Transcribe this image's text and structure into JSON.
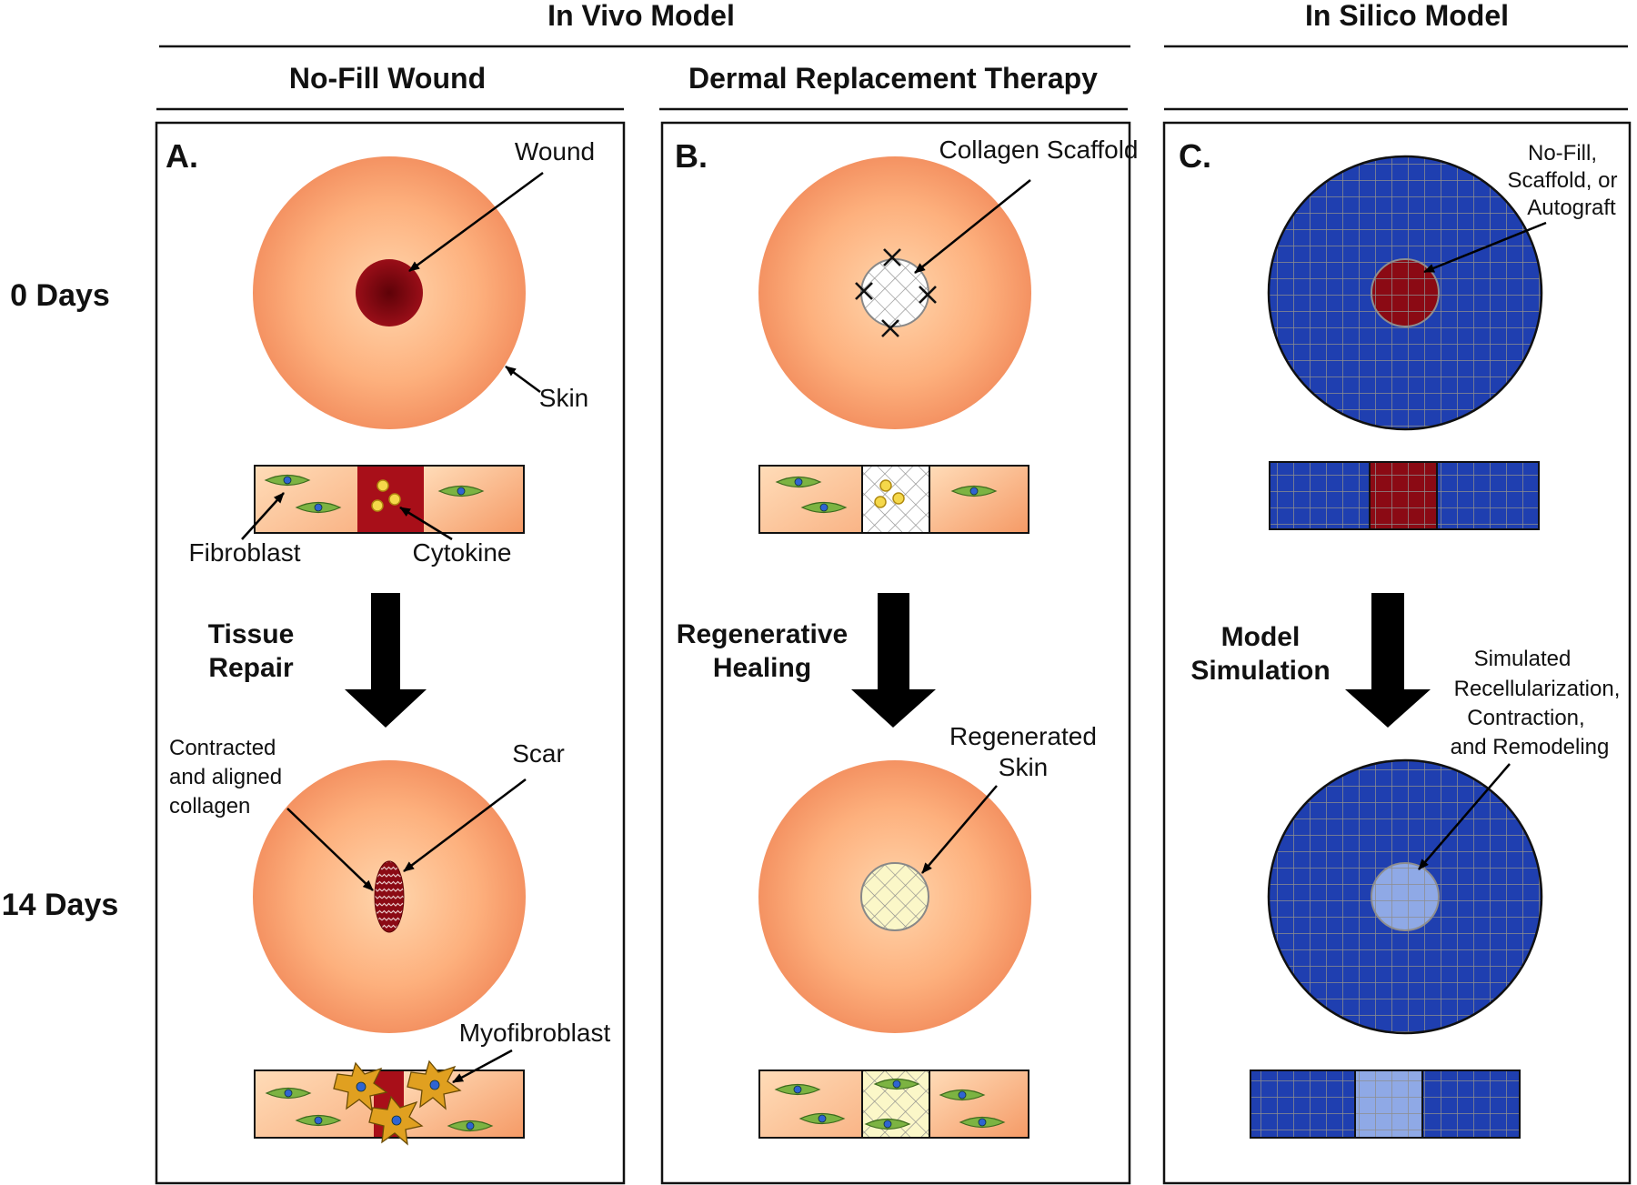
{
  "headers": {
    "in_vivo": "In Vivo Model",
    "in_silico": "In Silico Model",
    "no_fill": "No-Fill Wound",
    "drt": "Dermal Replacement Therapy"
  },
  "days": {
    "day0": "0 Days",
    "day14": "14 Days"
  },
  "panels": {
    "a": {
      "letter": "A.",
      "wound": "Wound",
      "skin": "Skin",
      "fibroblast": "Fibroblast",
      "cytokine": "Cytokine",
      "step": [
        "Tissue",
        "Repair"
      ],
      "collagen": [
        "Contracted",
        "and aligned",
        "collagen"
      ],
      "scar": "Scar",
      "myofibroblast": "Myofibroblast"
    },
    "b": {
      "letter": "B.",
      "scaffold": "Collagen Scaffold",
      "step": [
        "Regenerative",
        "Healing"
      ],
      "regenerated": [
        "Regenerated",
        "Skin"
      ]
    },
    "c": {
      "letter": "C.",
      "graft": [
        "No-Fill,",
        "Scaffold, or",
        "Autograft"
      ],
      "step": [
        "Model",
        "Simulation"
      ],
      "simulated": [
        "Simulated",
        "Recellularization,",
        "Contraction,",
        "and Remodeling"
      ]
    }
  },
  "colors": {
    "skin_center": "#ffd2a6",
    "skin_edge": "#f59a66",
    "wound": "#8b0a14",
    "grid_blue": "#1f3fb0",
    "grid_line": "#8e8e8e",
    "light_blue": "#8fa9e6",
    "fibroblast": "#7cb342",
    "myofibroblast": "#e0a020",
    "cytokine": "#f5d84a",
    "regen_fill": "#fbf7c8"
  }
}
